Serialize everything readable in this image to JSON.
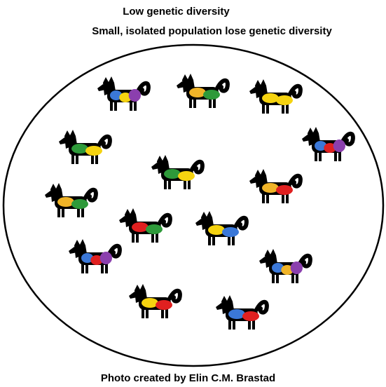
{
  "header": {
    "title": "Low genetic diversity",
    "subtitle": "Small, isolated population lose genetic diversity"
  },
  "footer": {
    "credit": "Photo created by Elin C.M. Brastad"
  },
  "colors": {
    "blue": "#3b78d8",
    "green": "#2e9a3a",
    "yellow": "#f5d310",
    "orange": "#f0b428",
    "red": "#e02020",
    "purple": "#8b3fae",
    "dog": "#000000"
  },
  "dogs": [
    {
      "patches": [
        "blue",
        "yellow",
        "purple"
      ]
    },
    {
      "patches": [
        "orange",
        "green"
      ]
    },
    {
      "patches": [
        "yellow",
        "yellow"
      ]
    },
    {
      "patches": [
        "green",
        "yellow"
      ]
    },
    {
      "patches": [
        "blue",
        "red",
        "purple"
      ]
    },
    {
      "patches": [
        "green",
        "yellow"
      ]
    },
    {
      "patches": [
        "orange",
        "red"
      ]
    },
    {
      "patches": [
        "orange",
        "green"
      ]
    },
    {
      "patches": [
        "red",
        "green"
      ]
    },
    {
      "patches": [
        "yellow",
        "blue"
      ]
    },
    {
      "patches": [
        "blue",
        "red",
        "purple"
      ]
    },
    {
      "patches": [
        "blue",
        "orange",
        "purple"
      ]
    },
    {
      "patches": [
        "yellow",
        "red"
      ]
    },
    {
      "patches": [
        "blue",
        "red"
      ]
    }
  ]
}
